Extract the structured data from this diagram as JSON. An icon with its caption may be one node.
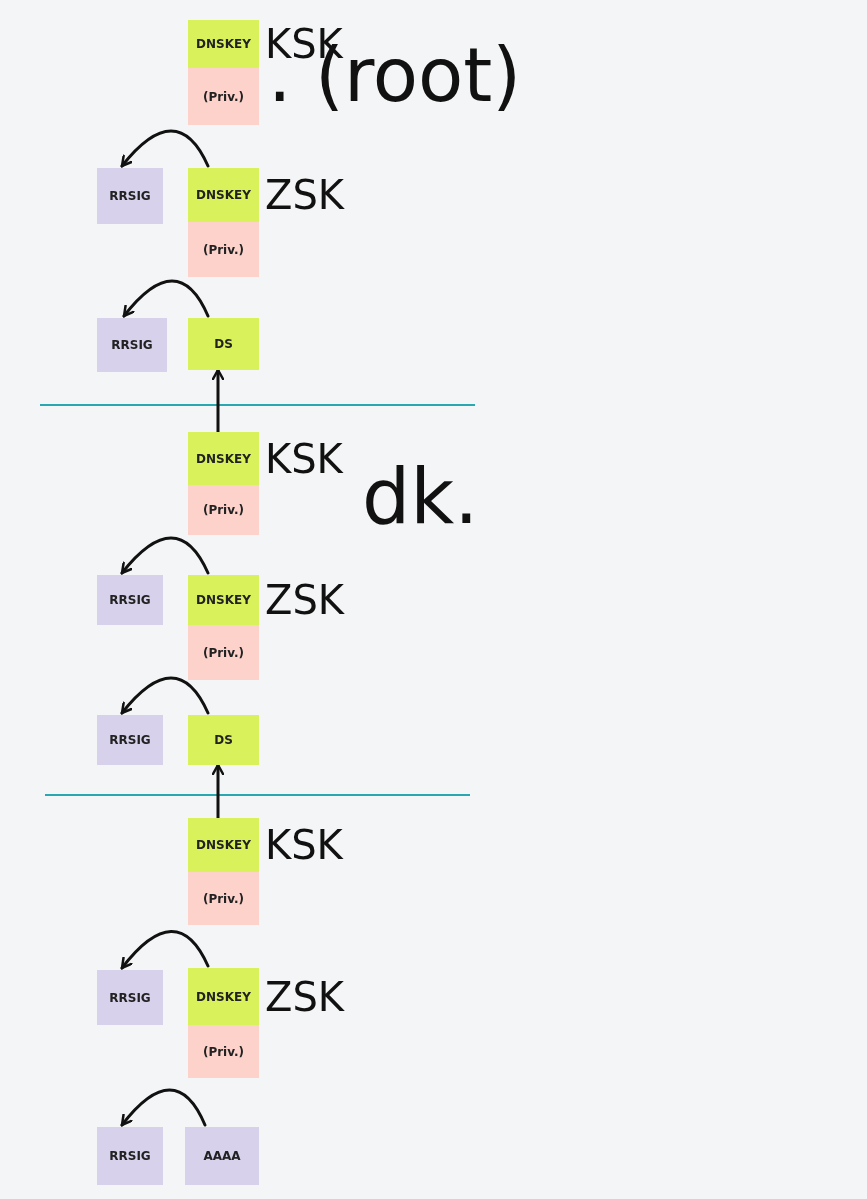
{
  "diagram": {
    "nodes": [
      {
        "text": [
          "DNSKEY"
        ],
        "beside": [
          "KSK"
        ]
      },
      {
        "text": [
          "(Priv.)"
        ]
      },
      {
        "text": [
          "RRSIG"
        ]
      },
      {
        "text": [
          "DNSKEY"
        ],
        "beside": [
          "ZSK"
        ]
      },
      {
        "text": [
          "(Priv.)"
        ]
      },
      {
        "text": [
          "RRSIG"
        ]
      },
      {
        "text": [
          "DS"
        ]
      },
      {
        "text": [
          "DNSKEY"
        ],
        "beside": [
          "KSK"
        ]
      },
      {
        "text": [
          "(Priv.)"
        ]
      },
      {
        "text": [
          "RRSIG"
        ]
      },
      {
        "text": [
          "DNSKEY"
        ],
        "beside": [
          "ZSK"
        ]
      },
      {
        "text": [
          "(Priv.)"
        ]
      },
      {
        "text": [
          "RRSIG"
        ]
      },
      {
        "text": [
          "DS"
        ]
      },
      {
        "text": [
          "DNSKEY"
        ],
        "beside": [
          "KSK"
        ]
      },
      {
        "text": [
          "(Priv.)"
        ]
      },
      {
        "text": [
          "RRSIG"
        ]
      },
      {
        "text": [
          "DNSKEY"
        ],
        "beside": [
          "ZSK"
        ]
      },
      {
        "text": [
          "(Priv.)"
        ]
      },
      {
        "text": [
          "RRSIG"
        ]
      },
      {
        "text": [
          "AAAA"
        ]
      }
    ],
    "edges": [
      {
        "from": 3,
        "to": 2,
        "arrow": "to"
      },
      {
        "from": 6,
        "to": 5,
        "arrow": "to"
      },
      {
        "from": 7,
        "to": 6,
        "arrow": "to"
      },
      {
        "from": 10,
        "to": 9,
        "arrow": "to"
      },
      {
        "from": 13,
        "to": 12,
        "arrow": "to"
      },
      {
        "from": 14,
        "to": 13,
        "arrow": "to"
      },
      {
        "from": 17,
        "to": 16,
        "arrow": "to"
      },
      {
        "from": 20,
        "to": 19,
        "arrow": "to"
      }
    ],
    "labels": [
      ". (root)",
      "dk."
    ]
  }
}
